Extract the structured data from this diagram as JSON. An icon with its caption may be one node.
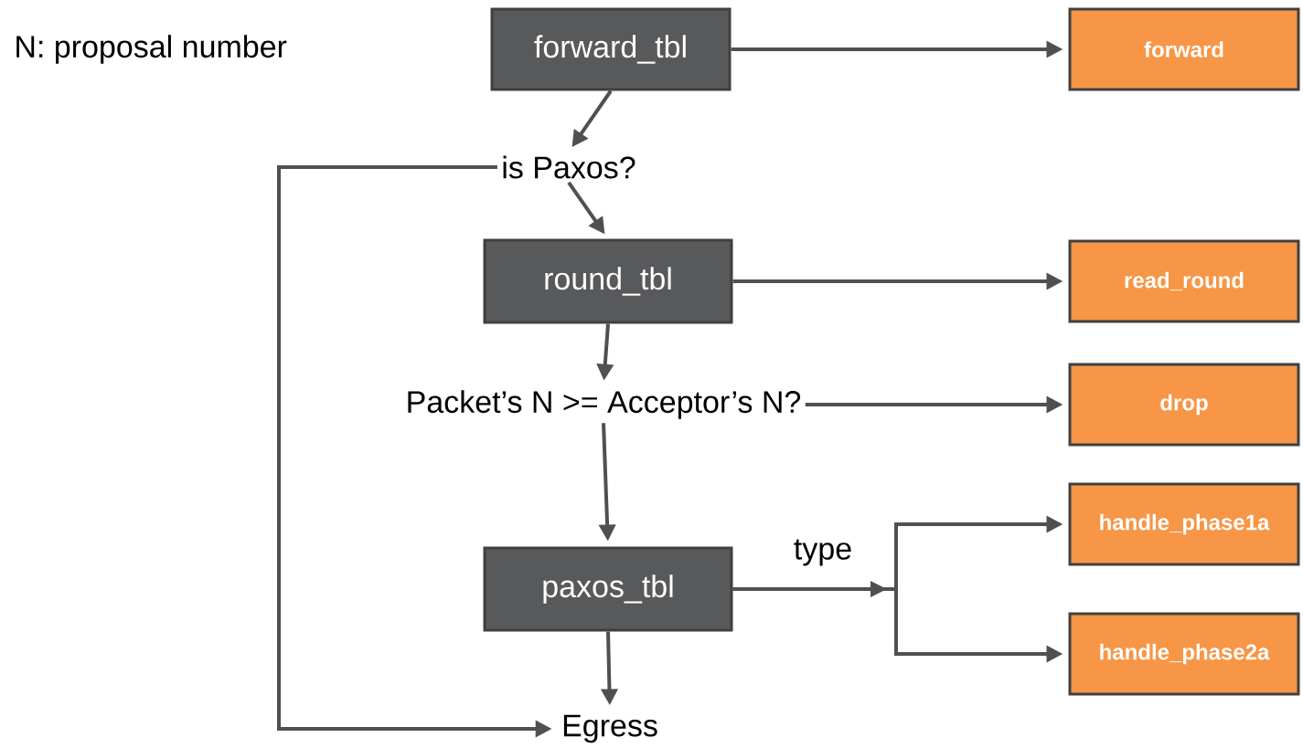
{
  "diagram": {
    "nodes": [
      {
        "text": [
          "forward_tbl"
        ]
      },
      {
        "text": [
          "forward"
        ]
      },
      {
        "text": [
          "is Paxos?"
        ]
      },
      {
        "text": [
          "round_tbl"
        ]
      },
      {
        "text": [
          "read_round"
        ]
      },
      {
        "text": [
          "Packet’s N  >=  Acceptor’s N?"
        ]
      },
      {
        "text": [
          "drop"
        ]
      },
      {
        "text": [
          "paxos_tbl"
        ]
      },
      {
        "text": [
          "handle_phase1a"
        ]
      },
      {
        "text": [
          "handle_phase2a"
        ]
      },
      {
        "text": [
          "Egress"
        ]
      }
    ],
    "edges": [
      {
        "from": 0,
        "to": 1,
        "arrow": "to"
      },
      {
        "from": 0,
        "to": 2,
        "arrow": "to"
      },
      {
        "from": 2,
        "to": 3,
        "arrow": "to"
      },
      {
        "from": 3,
        "to": 4,
        "arrow": "to"
      },
      {
        "from": 3,
        "to": 5,
        "arrow": "to"
      },
      {
        "from": 5,
        "to": 6,
        "arrow": "to"
      },
      {
        "from": 5,
        "to": 7,
        "arrow": "to"
      },
      {
        "from": 7,
        "to": 8,
        "arrow": "to",
        "label": "type"
      },
      {
        "from": 7,
        "to": 9,
        "arrow": "to"
      },
      {
        "from": 7,
        "to": 10,
        "arrow": "to"
      },
      {
        "from": 2,
        "to": 10,
        "arrow": "to"
      }
    ],
    "labels": [
      "N: proposal number"
    ]
  }
}
